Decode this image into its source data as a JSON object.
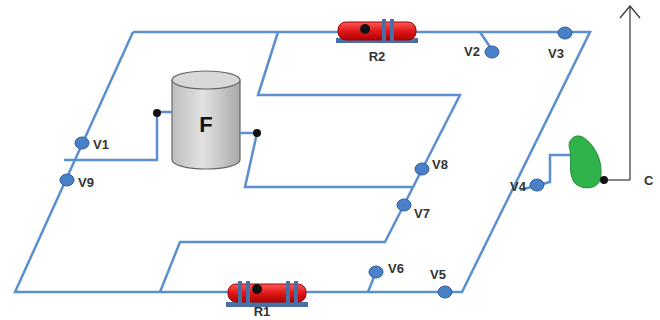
{
  "diagram": {
    "nodes": [
      {
        "text": [
          "F"
        ]
      }
    ],
    "labels": [
      "R2",
      "V2",
      "V3",
      "V1",
      "V8",
      "V9",
      "C",
      "V4",
      "V7",
      "V6",
      "V5",
      "R1"
    ]
  }
}
